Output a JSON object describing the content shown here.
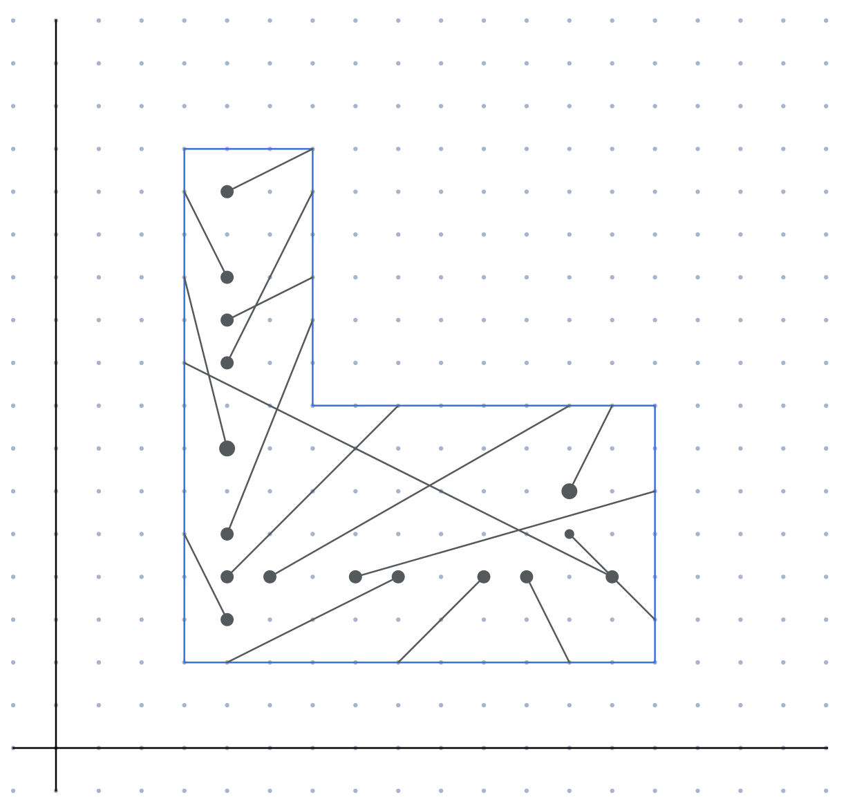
{
  "colors": {
    "grid_dot": "#a7b4cc",
    "axis": "#000000",
    "polygon": "#3a72d8",
    "segment": "#545a5c",
    "endpoint": "#545a5c",
    "background": "#ffffff"
  },
  "grid": {
    "x_min": -1,
    "x_max": 18,
    "y_min": -1,
    "y_max": 17
  },
  "polygon": [
    [
      3,
      14
    ],
    [
      6,
      14
    ],
    [
      6,
      8
    ],
    [
      14,
      8
    ],
    [
      14,
      2
    ],
    [
      3,
      2
    ]
  ],
  "segments": [
    {
      "from": [
        4,
        13
      ],
      "to": [
        6,
        14
      ],
      "dot_size": "large"
    },
    {
      "from": [
        4,
        11
      ],
      "to": [
        3,
        13
      ],
      "dot_size": "large"
    },
    {
      "from": [
        4,
        10
      ],
      "to": [
        6,
        11
      ],
      "dot_size": "large"
    },
    {
      "from": [
        4,
        9
      ],
      "to": [
        6,
        13
      ],
      "dot_size": "large"
    },
    {
      "from": [
        4,
        7
      ],
      "to": [
        3,
        11
      ],
      "dot_size": "xlarge"
    },
    {
      "from": [
        4,
        5
      ],
      "to": [
        6,
        10
      ],
      "dot_size": "large"
    },
    {
      "from": [
        4,
        4
      ],
      "to": [
        8,
        8
      ],
      "dot_size": "large"
    },
    {
      "from": [
        5,
        4
      ],
      "to": [
        12,
        8
      ],
      "dot_size": "large"
    },
    {
      "from": [
        4,
        3
      ],
      "to": [
        3,
        5
      ],
      "dot_size": "large"
    },
    {
      "from": [
        7,
        4
      ],
      "to": [
        14,
        6
      ],
      "dot_size": "large"
    },
    {
      "from": [
        8,
        4
      ],
      "to": [
        4,
        2
      ],
      "dot_size": "large"
    },
    {
      "from": [
        10,
        4
      ],
      "to": [
        8,
        2
      ],
      "dot_size": "large"
    },
    {
      "from": [
        11,
        4
      ],
      "to": [
        12,
        2
      ],
      "dot_size": "large"
    },
    {
      "from": [
        12,
        6
      ],
      "to": [
        13,
        8
      ],
      "dot_size": "xlarge"
    },
    {
      "from": [
        12,
        5
      ],
      "to": [
        14,
        3
      ],
      "dot_size": "small"
    },
    {
      "from": [
        13,
        4
      ],
      "to": [
        3,
        9
      ],
      "dot_size": "large"
    }
  ]
}
